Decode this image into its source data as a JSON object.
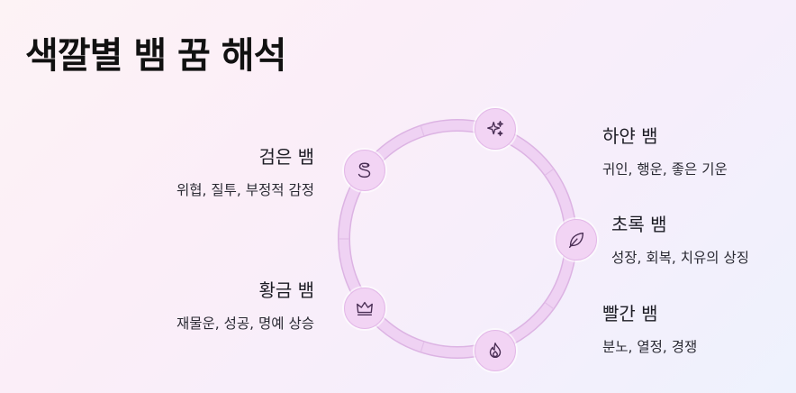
{
  "title": "색깔별 뱀 꿈 해석",
  "items": [
    {
      "name": "하얀 뱀",
      "desc": "귀인, 행운, 좋은 기운",
      "icon": "sparkles-icon"
    },
    {
      "name": "초록 뱀",
      "desc": "성장, 회복, 치유의 상징",
      "icon": "leaf-icon"
    },
    {
      "name": "빨간 뱀",
      "desc": "분노, 열정, 경쟁",
      "icon": "flame-icon"
    },
    {
      "name": "황금 뱀",
      "desc": "재물운, 성공, 명예 상승",
      "icon": "crown-icon"
    },
    {
      "name": "검은 뱀",
      "desc": "위협, 질투, 부정적 감정",
      "icon": "snake-icon"
    }
  ],
  "colors": {
    "ring": "#ecc9f0",
    "ring_border": "#dcb3e3",
    "node_fill": "#f2d4f4",
    "icon_stroke": "#4a2f55"
  }
}
